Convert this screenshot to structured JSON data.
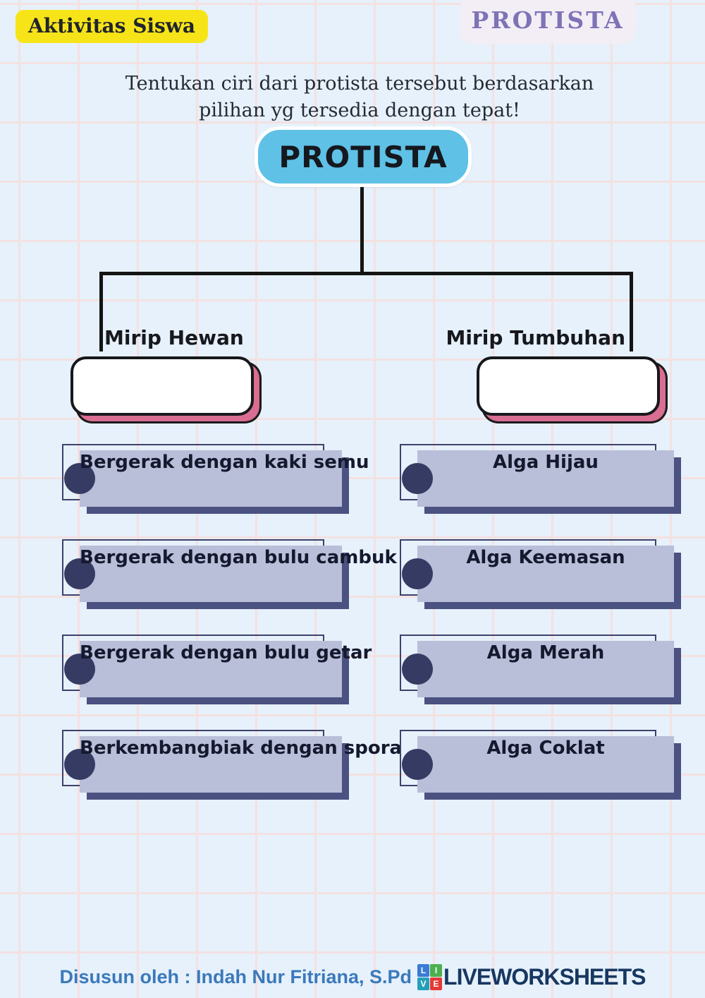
{
  "page": {
    "badge": "Aktivitas Siswa",
    "header_title": "PROTISTA",
    "instruction_line1": "Tentukan ciri dari protista tersebut berdasarkan",
    "instruction_line2": "pilihan yg tersedia dengan tepat!",
    "root_node": "PROTISTA",
    "branches": {
      "left": "Mirip Hewan",
      "right": "Mirip Tumbuhan"
    }
  },
  "options": {
    "left": [
      "Bergerak dengan kaki semu",
      "Bergerak dengan bulu cambuk",
      "Bergerak dengan bulu getar",
      "Berkembangbiak dengan spora"
    ],
    "right": [
      "Alga Hijau",
      "Alga Keemasan",
      "Alga Merah",
      "Alga Coklat"
    ]
  },
  "footer": {
    "credit": "Disusun oleh : Indah Nur Fitriana, S.Pd",
    "brand": "LIVEWORKSHEETS",
    "logo_letters": {
      "tl": "L",
      "tr": "I",
      "bl": "V",
      "br": "E"
    }
  },
  "colors": {
    "background": "#e6f1fb",
    "grid_line": "#f4e1e1",
    "badge_yellow": "#f7e418",
    "header_purple": "#7d73b5",
    "header_bg": "#f3edf6",
    "root_blue": "#5fc1e6",
    "tree_line": "#141414",
    "dropzone_shadow_pink": "#d96d92",
    "option_fill": "#b9bed9",
    "option_shadow": "#4b5180",
    "option_dot": "#353b63",
    "footer_blue": "#3b79bb",
    "brand_navy": "#173761"
  }
}
